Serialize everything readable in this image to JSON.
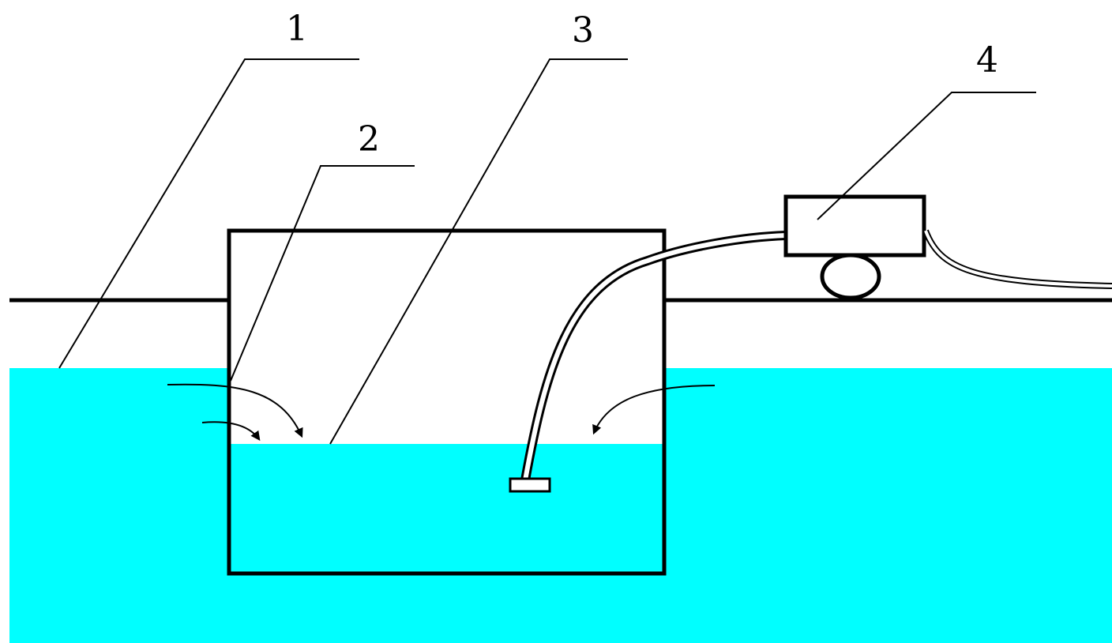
{
  "labels": {
    "one": "1",
    "two": "2",
    "three": "3",
    "four": "4"
  },
  "colors": {
    "water": "#00ffff",
    "line": "#000000",
    "background": "#ffffff",
    "box_fill": "#ffffff"
  }
}
